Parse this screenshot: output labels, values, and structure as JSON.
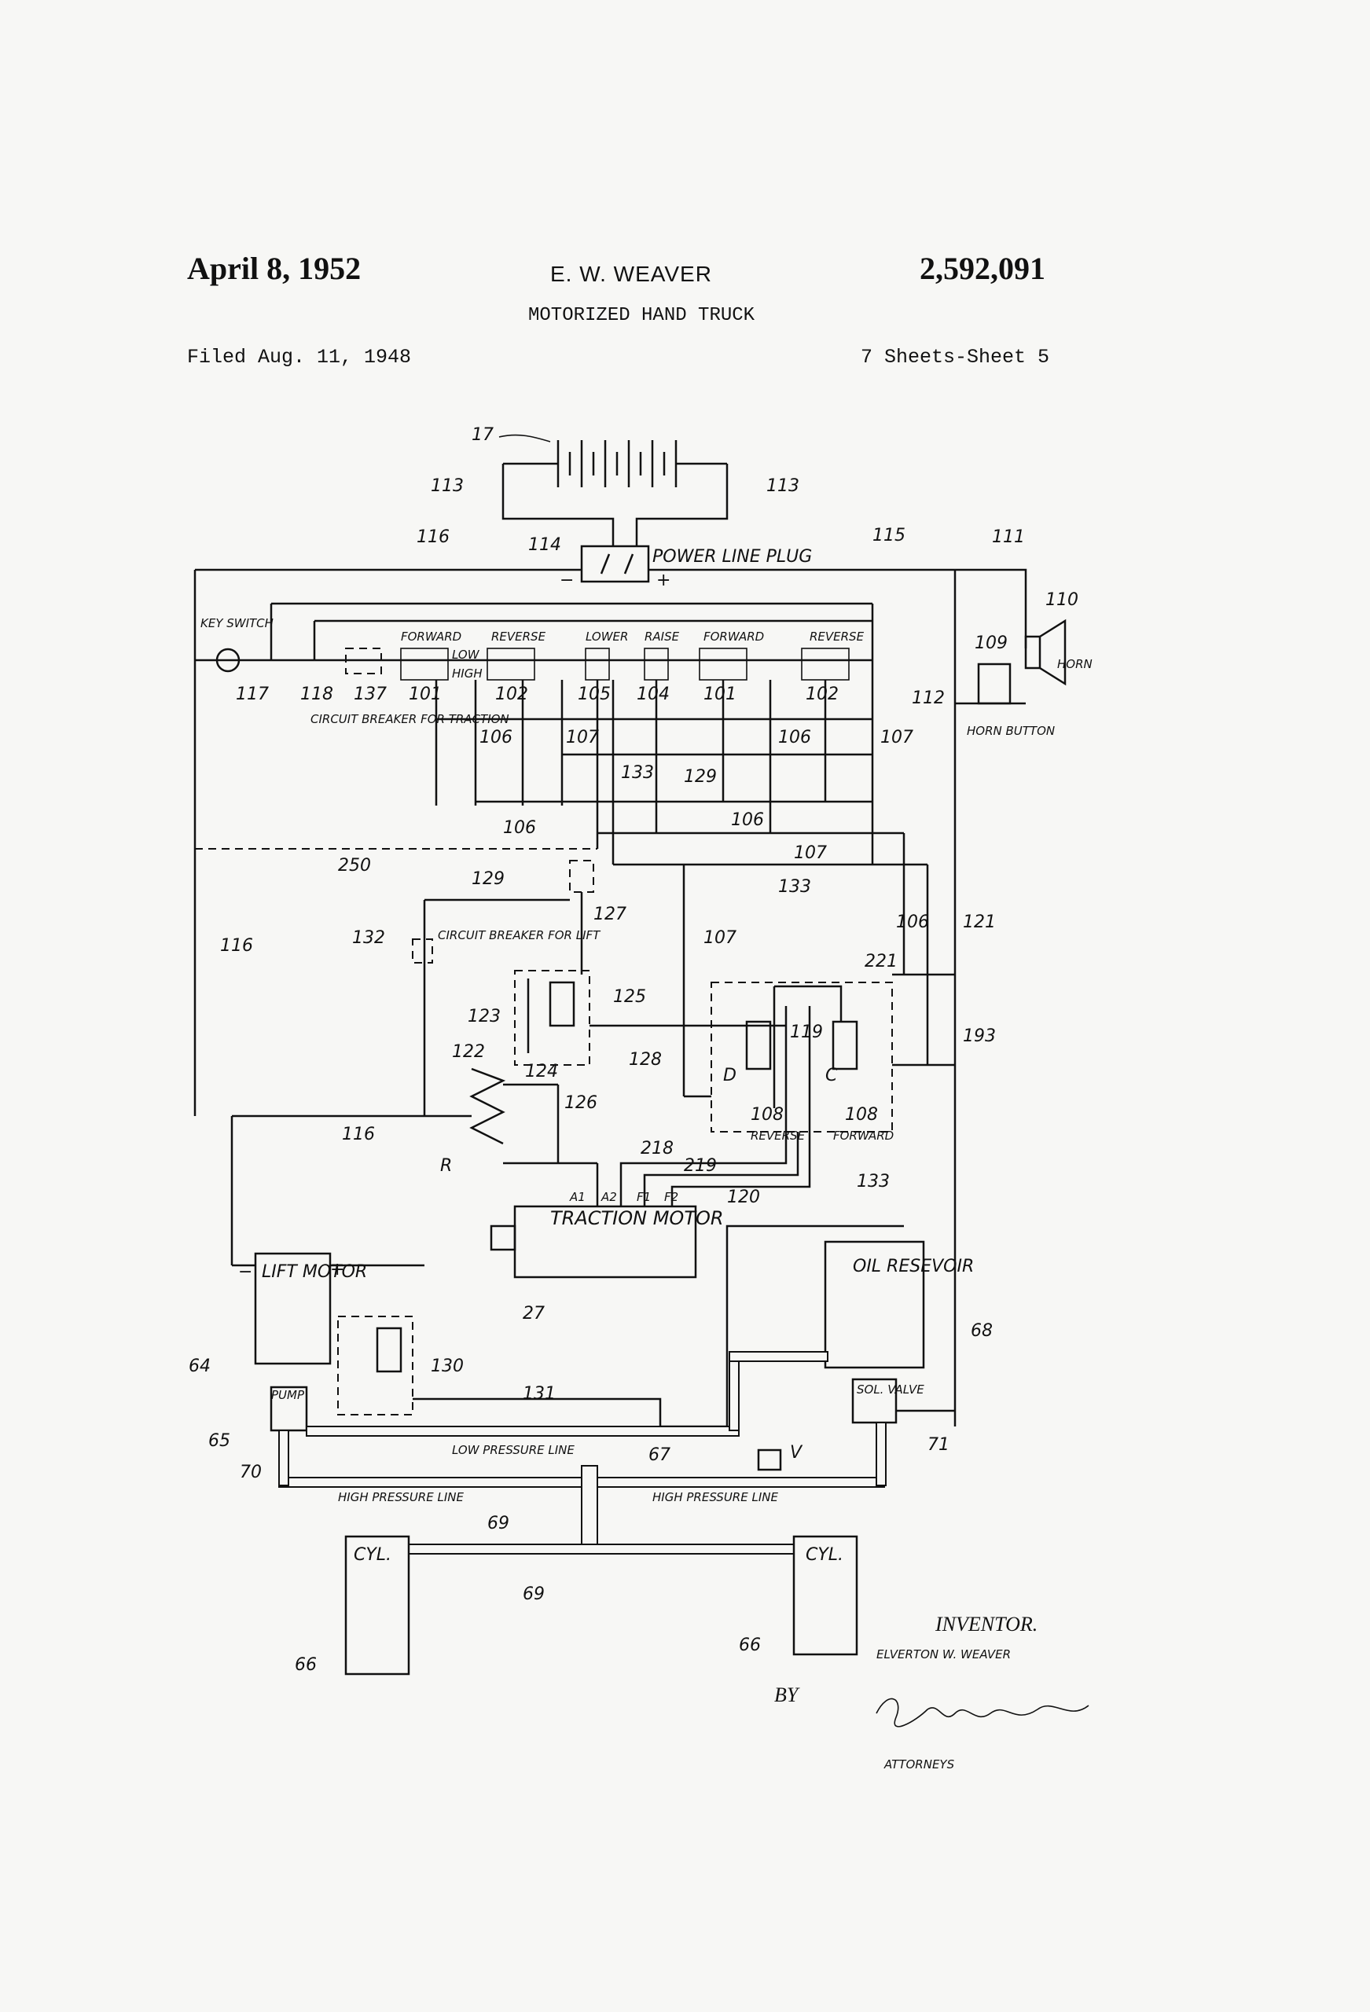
{
  "header": {
    "date": "April 8, 1952",
    "inventor_name": "E. W. WEAVER",
    "patent_number": "2,592,091",
    "title": "MOTORIZED HAND TRUCK",
    "filed": "Filed Aug. 11, 1948",
    "sheets": "7 Sheets-Sheet 5"
  },
  "labels": {
    "battery": "17",
    "lead_left": "113",
    "lead_right": "113",
    "plug_ref": "114",
    "plug": "POWER LINE PLUG",
    "minus": "−",
    "plus": "+",
    "line_116_top": "116",
    "line_115": "115",
    "line_111": "111",
    "horn_ref": "110",
    "horn": "HORN",
    "horn_button_ref": "109",
    "horn_button": "HORN BUTTON",
    "line_112": "112",
    "key_switch": "KEY SWITCH",
    "key_ref": "117",
    "ref_118": "118",
    "ref_137": "137",
    "breaker_traction": "CIRCUIT BREAKER FOR TRACTION",
    "sw_forward": "FORWARD",
    "sw_reverse": "REVERSE",
    "sw_lower": "LOWER",
    "sw_raise": "RAISE",
    "sw_forward2": "FORWARD",
    "sw_reverse2": "REVERSE",
    "low": "LOW",
    "high": "HIGH",
    "ref_101": "101",
    "ref_102": "102",
    "ref_105": "105",
    "ref_104": "104",
    "ref_101b": "101",
    "ref_102b": "102",
    "ref_106": "106",
    "ref_107": "107",
    "ref_106b": "106",
    "ref_107b": "107",
    "ref_133": "133",
    "ref_129": "129",
    "ref_106c": "106",
    "ref_106d": "106",
    "ref_107c": "107",
    "ref_250": "250",
    "ref_133b": "133",
    "ref_129b": "129",
    "ref_127": "127",
    "ref_116_mid": "116",
    "ref_132": "132",
    "breaker_lift": "CIRCUIT BREAKER FOR LIFT",
    "ref_107d": "107",
    "ref_106e": "106",
    "ref_221": "221",
    "ref_121": "121",
    "ref_125": "125",
    "ref_123": "123",
    "ref_122": "122",
    "ref_128": "128",
    "ref_119": "119",
    "ref_193": "193",
    "coil_d": "D",
    "coil_c": "C",
    "ref_124": "124",
    "ref_126": "126",
    "ref_116_low": "116",
    "ref_108a": "108",
    "ref_108b": "108",
    "reverse_lbl": "REVERSE",
    "forward_lbl": "FORWARD",
    "resistor": "R",
    "ref_218": "218",
    "ref_219": "219",
    "ref_120": "120",
    "ref_133c": "133",
    "term_a1": "A1",
    "term_a2": "A2",
    "term_f1": "F1",
    "term_f2": "F2",
    "traction_motor": "TRACTION MOTOR",
    "ref_27": "27",
    "lift_motor": "LIFT MOTOR",
    "lift_minus": "−",
    "lift_plus": "+",
    "ref_64": "64",
    "ref_130": "130",
    "ref_131": "131",
    "pump": "PUMP",
    "ref_65": "65",
    "ref_70": "70",
    "oil_reservoir": "OIL RESEVOIR",
    "ref_68": "68",
    "sol_valve": "SOL. VALVE",
    "ref_71": "71",
    "low_pressure_line": "LOW PRESSURE LINE",
    "ref_67": "67",
    "ref_v": "V",
    "high_pressure_line_left": "HIGH PRESSURE LINE",
    "high_pressure_line_right": "HIGH PRESSURE LINE",
    "ref_69a": "69",
    "ref_69b": "69",
    "cyl_left": "CYL.",
    "cyl_right": "CYL.",
    "ref_66a": "66",
    "ref_66b": "66",
    "inventor_caption": "INVENTOR.",
    "inventor_full": "ELVERTON W. WEAVER",
    "by": "BY",
    "attorneys": "ATTORNEYS"
  }
}
